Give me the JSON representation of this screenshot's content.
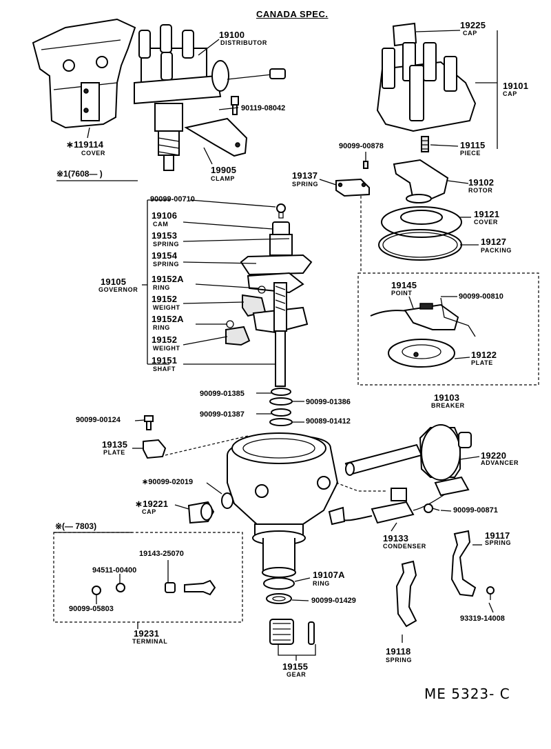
{
  "header": {
    "title": "CANADA SPEC."
  },
  "parts": {
    "p19100": {
      "num": "19100",
      "name": "DISTRIBUTOR"
    },
    "p19225": {
      "num": "19225",
      "name": "CAP"
    },
    "p19101": {
      "num": "19101",
      "name": "CAP"
    },
    "p19115": {
      "num": "19115",
      "name": "PIECE"
    },
    "p19114": {
      "num": "∗119114",
      "name": "COVER"
    },
    "p19905": {
      "num": "19905",
      "name": "CLAMP"
    },
    "p19137": {
      "num": "19137",
      "name": "SPRING"
    },
    "p19102": {
      "num": "19102",
      "name": "ROTOR"
    },
    "p19121": {
      "num": "19121",
      "name": "COVER"
    },
    "p19127": {
      "num": "19127",
      "name": "PACKING"
    },
    "p19106": {
      "num": "19106",
      "name": "CAM"
    },
    "p19153": {
      "num": "19153",
      "name": "SPRING"
    },
    "p19154": {
      "num": "19154",
      "name": "SPRING"
    },
    "p19105": {
      "num": "19105",
      "name": "GOVERNOR"
    },
    "p19152A_1": {
      "num": "19152A",
      "name": "RING"
    },
    "p19152_1": {
      "num": "19152",
      "name": "WEIGHT"
    },
    "p19152A_2": {
      "num": "19152A",
      "name": "RING"
    },
    "p19152_2": {
      "num": "19152",
      "name": "WEIGHT"
    },
    "p19151": {
      "num": "19151",
      "name": "SHAFT"
    },
    "p19145": {
      "num": "19145",
      "name": "POINT"
    },
    "p19122": {
      "num": "19122",
      "name": "PLATE"
    },
    "p19103": {
      "num": "19103",
      "name": "BREAKER"
    },
    "p19135": {
      "num": "19135",
      "name": "PLATE"
    },
    "p19220": {
      "num": "19220",
      "name": "ADVANCER"
    },
    "p19221": {
      "num": "∗19221",
      "name": "CAP"
    },
    "p19133": {
      "num": "19133",
      "name": "CONDENSER"
    },
    "p19117": {
      "num": "19117",
      "name": "SPRING"
    },
    "p19107A": {
      "num": "19107A",
      "name": "RING"
    },
    "p19231": {
      "num": "19231",
      "name": "TERMINAL"
    },
    "p19118": {
      "num": "19118",
      "name": "SPRING"
    },
    "p19155": {
      "num": "19155",
      "name": "GEAR"
    }
  },
  "part_numbers": {
    "n90119_08042": "90119-08042",
    "n90099_00878": "90099-00878",
    "n90099_00710": "90099-00710",
    "n90099_00810": "90099-00810",
    "n90099_01385": "90099-01385",
    "n90099_01386": "90099-01386",
    "n90099_01387": "90099-01387",
    "n90089_01412": "90089-01412",
    "n90099_00124": "90099-00124",
    "n90099_02019": "∗90099-02019",
    "n90099_00871": "90099-00871",
    "n19143_25070": "19143-25070",
    "n94511_00400": "94511-00400",
    "n90099_05803": "90099-05803",
    "n90099_01429": "90099-01429",
    "n93319_14008": "93319-14008"
  },
  "notes": {
    "range1": "※1(7608—  )",
    "range2": "※(— 7803)",
    "footer": "ME 5323- C"
  }
}
